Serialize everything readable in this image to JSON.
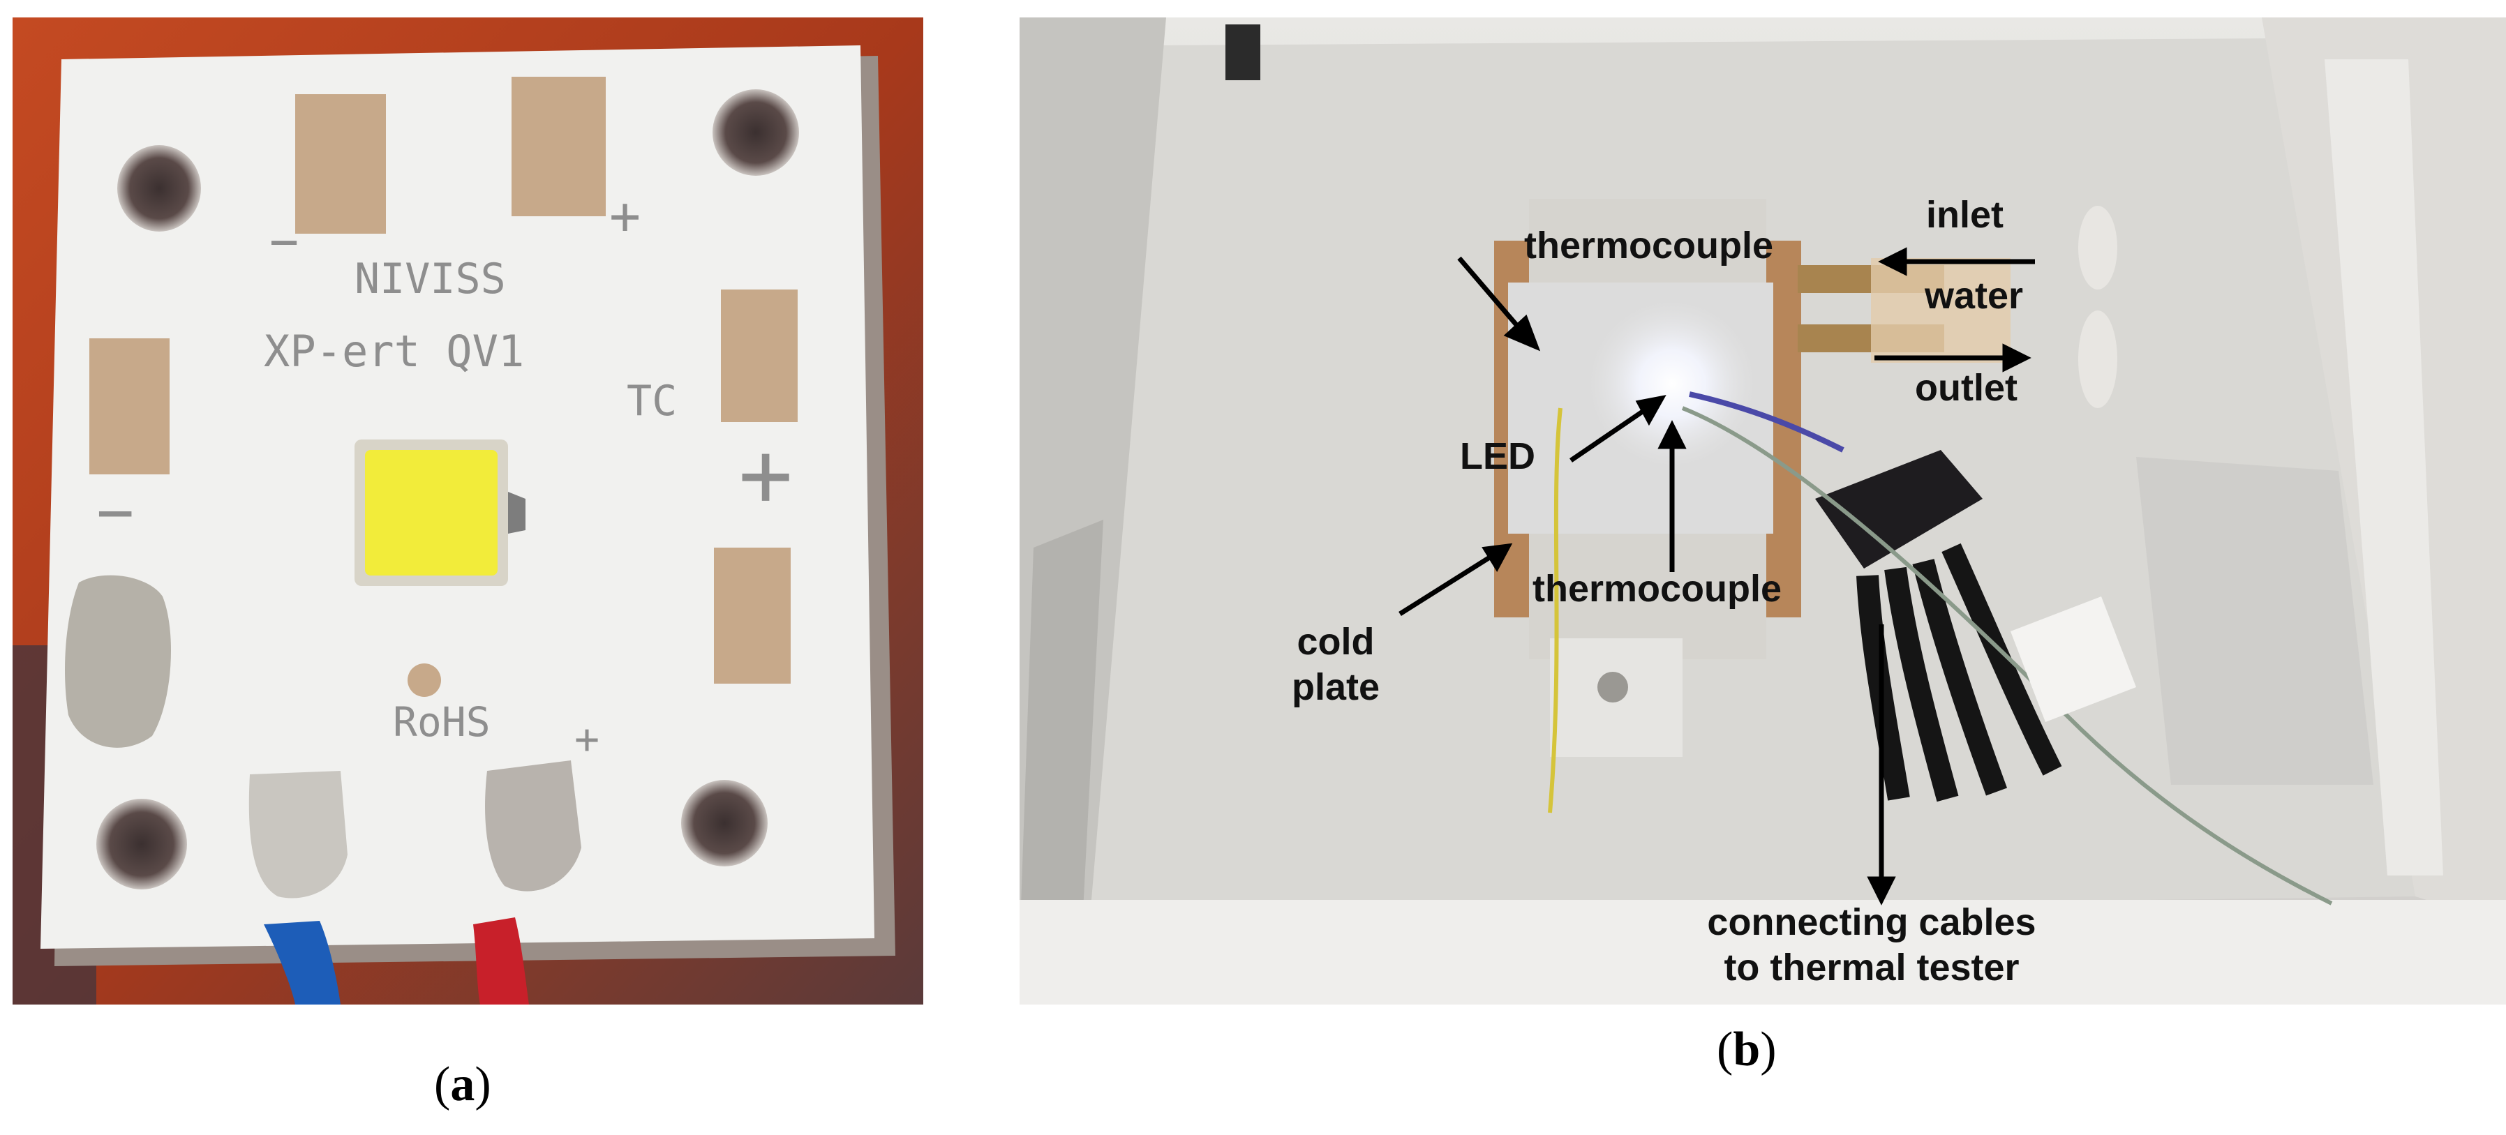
{
  "panel_a": {
    "caption_letter": "a",
    "pcb_markings": {
      "brand": "NIVISS",
      "model": "XP-ert QV1",
      "tc_label": "TC",
      "rohs": "RoHS",
      "minus_top": "−",
      "plus_top": "+",
      "plus_right": "+",
      "minus_left": "−",
      "plus_bottom": "+"
    }
  },
  "panel_b": {
    "caption_letter": "b",
    "labels": {
      "thermocouple_top": "thermocouple",
      "inlet": "inlet",
      "water": "water",
      "outlet": "outlet",
      "led": "LED",
      "thermocouple_bottom": "thermocouple",
      "cold_plate_1": "cold",
      "cold_plate_2": "plate",
      "cables_1": "connecting cables",
      "cables_2": "to thermal tester"
    }
  },
  "colors": {
    "background": "#ffffff",
    "annotation_text": "#111111",
    "pcb_white": "#f1f1ef",
    "copper_pad": "#c7a98a",
    "led_yellow": "#f2ec3a",
    "wire_red": "#c8202a",
    "wire_blue": "#1d5db8"
  }
}
